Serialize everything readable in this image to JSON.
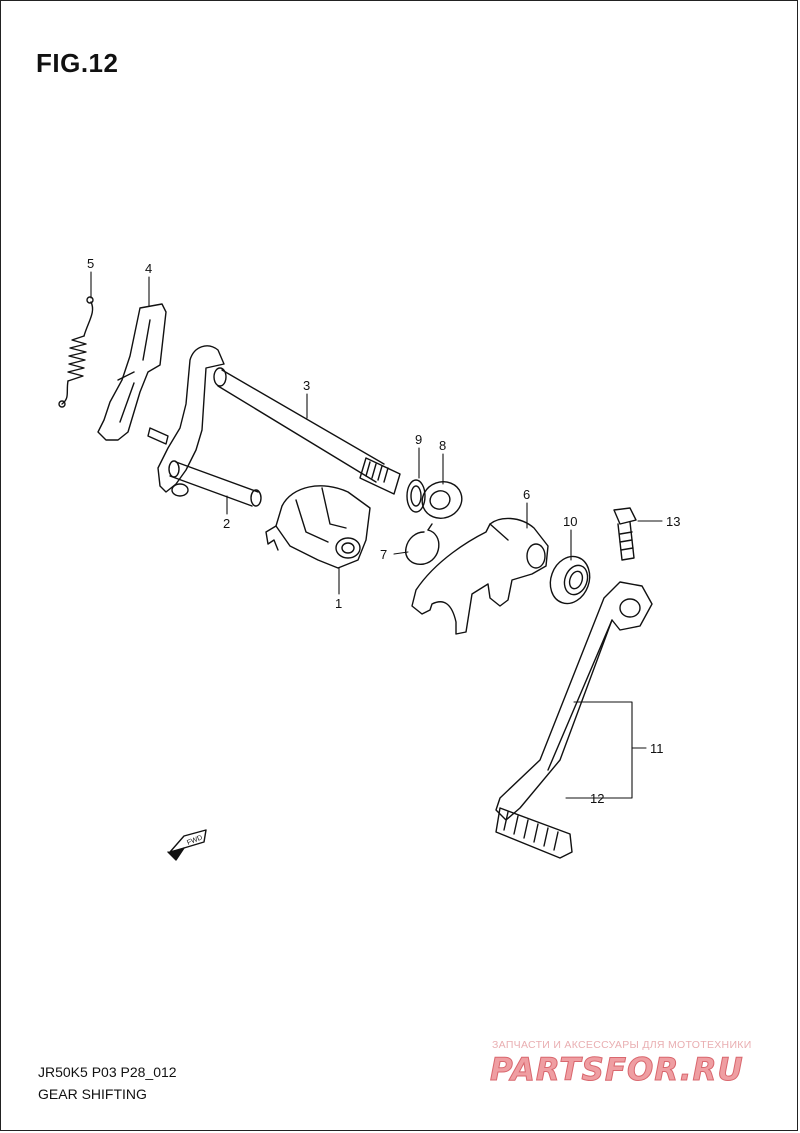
{
  "figure": {
    "title": "FIG.12"
  },
  "callouts": {
    "c1": "1",
    "c2": "2",
    "c3": "3",
    "c4": "4",
    "c5": "5",
    "c6": "6",
    "c7": "7",
    "c8": "8",
    "c9": "9",
    "c10": "10",
    "c11": "11",
    "c12": "12",
    "c13": "13"
  },
  "direction_badge": "FWD",
  "footer": {
    "code": "JR50K5 P03 P28_012",
    "caption": "GEAR SHIFTING"
  },
  "watermark": {
    "tagline": "ЗАПЧАСТИ И АКСЕССУАРЫ ДЛЯ МОТОТЕХНИКИ",
    "logo": "PARTSFOR.RU"
  }
}
